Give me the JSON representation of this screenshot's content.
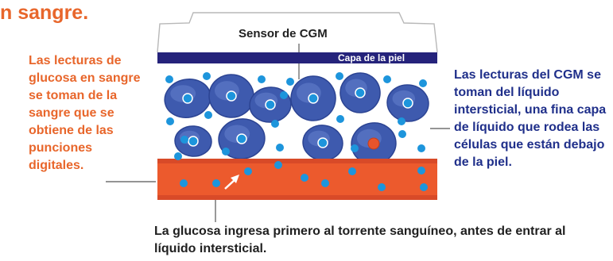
{
  "heading": "n sangre.",
  "sensor_label": "Sensor de CGM",
  "skin_label": "Capa de la piel",
  "left_note": "Las lecturas de glucosa en sangre se toman de la sangre que se obtiene de las punciones digitales.",
  "right_note": "Las lecturas del CGM se toman del líquido intersticial, una fina capa de líquido que rodea las células que están debajo de la piel.",
  "bottom_note": "La glucosa ingresa primero al torrente sanguíneo, antes de entrar al líquido intersticial.",
  "colors": {
    "accent_orange": "#e8662b",
    "skin_bar": "#25237b",
    "vessel": "#e8542c",
    "cell": "#3e5aae",
    "glucose_dot": "#1d95dc"
  }
}
